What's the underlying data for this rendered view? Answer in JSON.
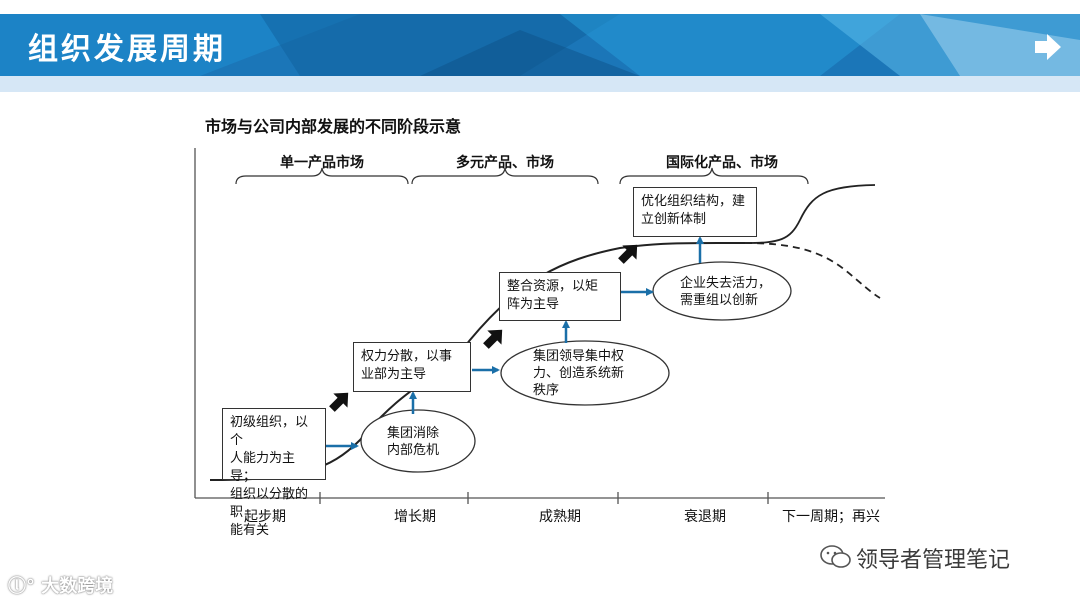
{
  "header": {
    "title": "组织发展周期"
  },
  "diagram": {
    "title": "市场与公司内部发展的不同阶段示意",
    "market_headers": [
      "单一产品市场",
      "多元产品、市场",
      "国际化产品、市场"
    ],
    "stages": [
      "起步期",
      "增长期",
      "成熟期",
      "衰退期",
      "下一周期；再兴"
    ],
    "boxes": [
      [
        "初级组织，以个",
        "人能力为主导；",
        "组织以分散的职",
        "能有关"
      ],
      [
        "权力分散，以事",
        "业部为主导"
      ],
      [
        "整合资源，以矩",
        "阵为主导"
      ],
      [
        "优化组织结构，建",
        "立创新体制"
      ]
    ],
    "ellipses": [
      [
        "集团消除",
        "内部危机"
      ],
      [
        "集团领导集中权",
        "力、创造系统新",
        "秩序"
      ],
      [
        "企业失去活力，",
        "需重组以创新"
      ]
    ]
  },
  "watermarks": {
    "wechat": "领导者管理笔记",
    "logo": "大数跨境"
  },
  "colors": {
    "banner": "#1b76b8",
    "accent_arrow": "#1a6fa8",
    "black_arrow": "#111111"
  },
  "icons": [
    "next-arrow-icon",
    "wechat-icon"
  ]
}
